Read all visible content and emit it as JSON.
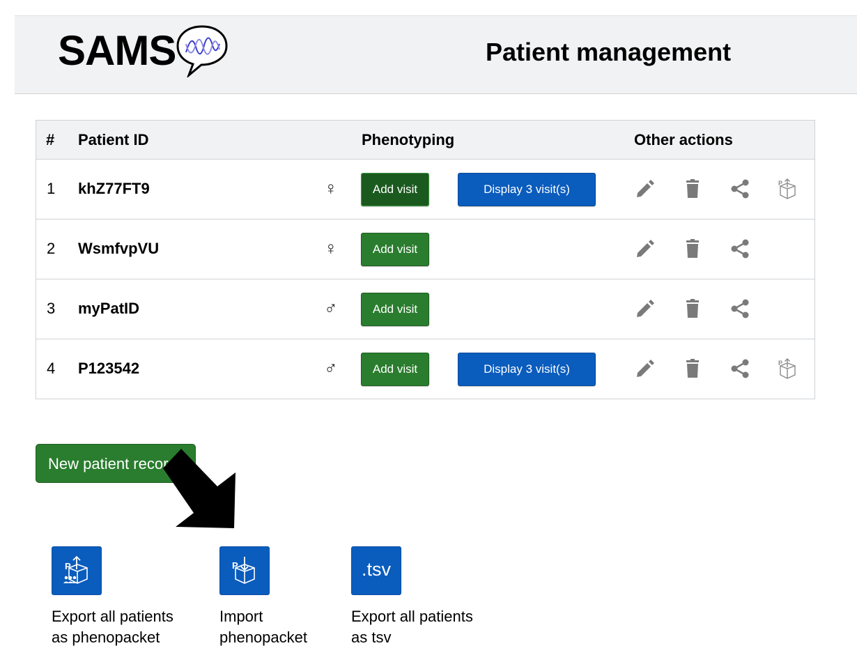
{
  "header": {
    "logo_text": "SAMS",
    "title": "Patient management"
  },
  "table": {
    "columns": {
      "num": "#",
      "patient_id": "Patient ID",
      "phenotyping": "Phenotyping",
      "other_actions": "Other actions"
    },
    "rows": [
      {
        "num": "1",
        "id": "khZ77FT9",
        "sex_symbol": "♀",
        "add_label": "Add visit",
        "display_label": "Display 3 visit(s)",
        "has_display": true,
        "has_phenopacket": true
      },
      {
        "num": "2",
        "id": "WsmfvpVU",
        "sex_symbol": "♀",
        "add_label": "Add visit",
        "display_label": "",
        "has_display": false,
        "has_phenopacket": false
      },
      {
        "num": "3",
        "id": "myPatID",
        "sex_symbol": "♂",
        "add_label": "Add visit",
        "display_label": "",
        "has_display": false,
        "has_phenopacket": false
      },
      {
        "num": "4",
        "id": "P123542",
        "sex_symbol": "♂",
        "add_label": "Add visit",
        "display_label": "Display 3 visit(s)",
        "has_display": true,
        "has_phenopacket": true
      }
    ],
    "action_icons": [
      "pencil-icon",
      "trash-icon",
      "share-icon",
      "phenopacket-export-icon"
    ]
  },
  "new_patient_button": "New patient record",
  "tools": {
    "export_pp": {
      "line1": "Export all patients",
      "line2": "as phenopacket"
    },
    "import_pp": {
      "line1": "Import",
      "line2": "phenopacket"
    },
    "export_tsv": {
      "icon_text": ".tsv",
      "line1": "Export all patients",
      "line2": "as tsv"
    }
  },
  "colors": {
    "green": "#2a7d2e",
    "green_active": "#1b5a1f",
    "blue": "#0a5cbd",
    "icon_gray": "#7a7a7a",
    "header_bg": "#f1f2f3"
  }
}
